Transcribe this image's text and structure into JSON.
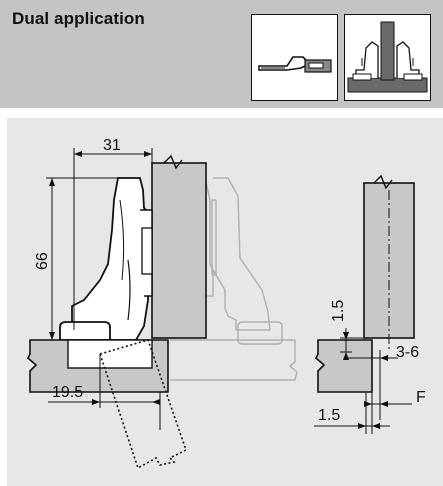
{
  "header": {
    "title": "Dual application"
  },
  "pictograms": [
    {
      "icon": "hinge-side-view-icon"
    },
    {
      "icon": "dual-application-section-icon"
    }
  ],
  "dimensions": {
    "cup_distance": "31",
    "height": "66",
    "offset_left": "19.5",
    "gap_vertical": "1.5",
    "door_thickness_range": "3-6",
    "overlay_label": "F",
    "gap_horizontal": "1.5"
  },
  "colors": {
    "header_bg": "#c4c4c4",
    "panel_bg": "#e7e7e7",
    "part_fill": "#c8c8c8",
    "ghost_stroke": "#b0b0b0",
    "line": "#111111"
  }
}
